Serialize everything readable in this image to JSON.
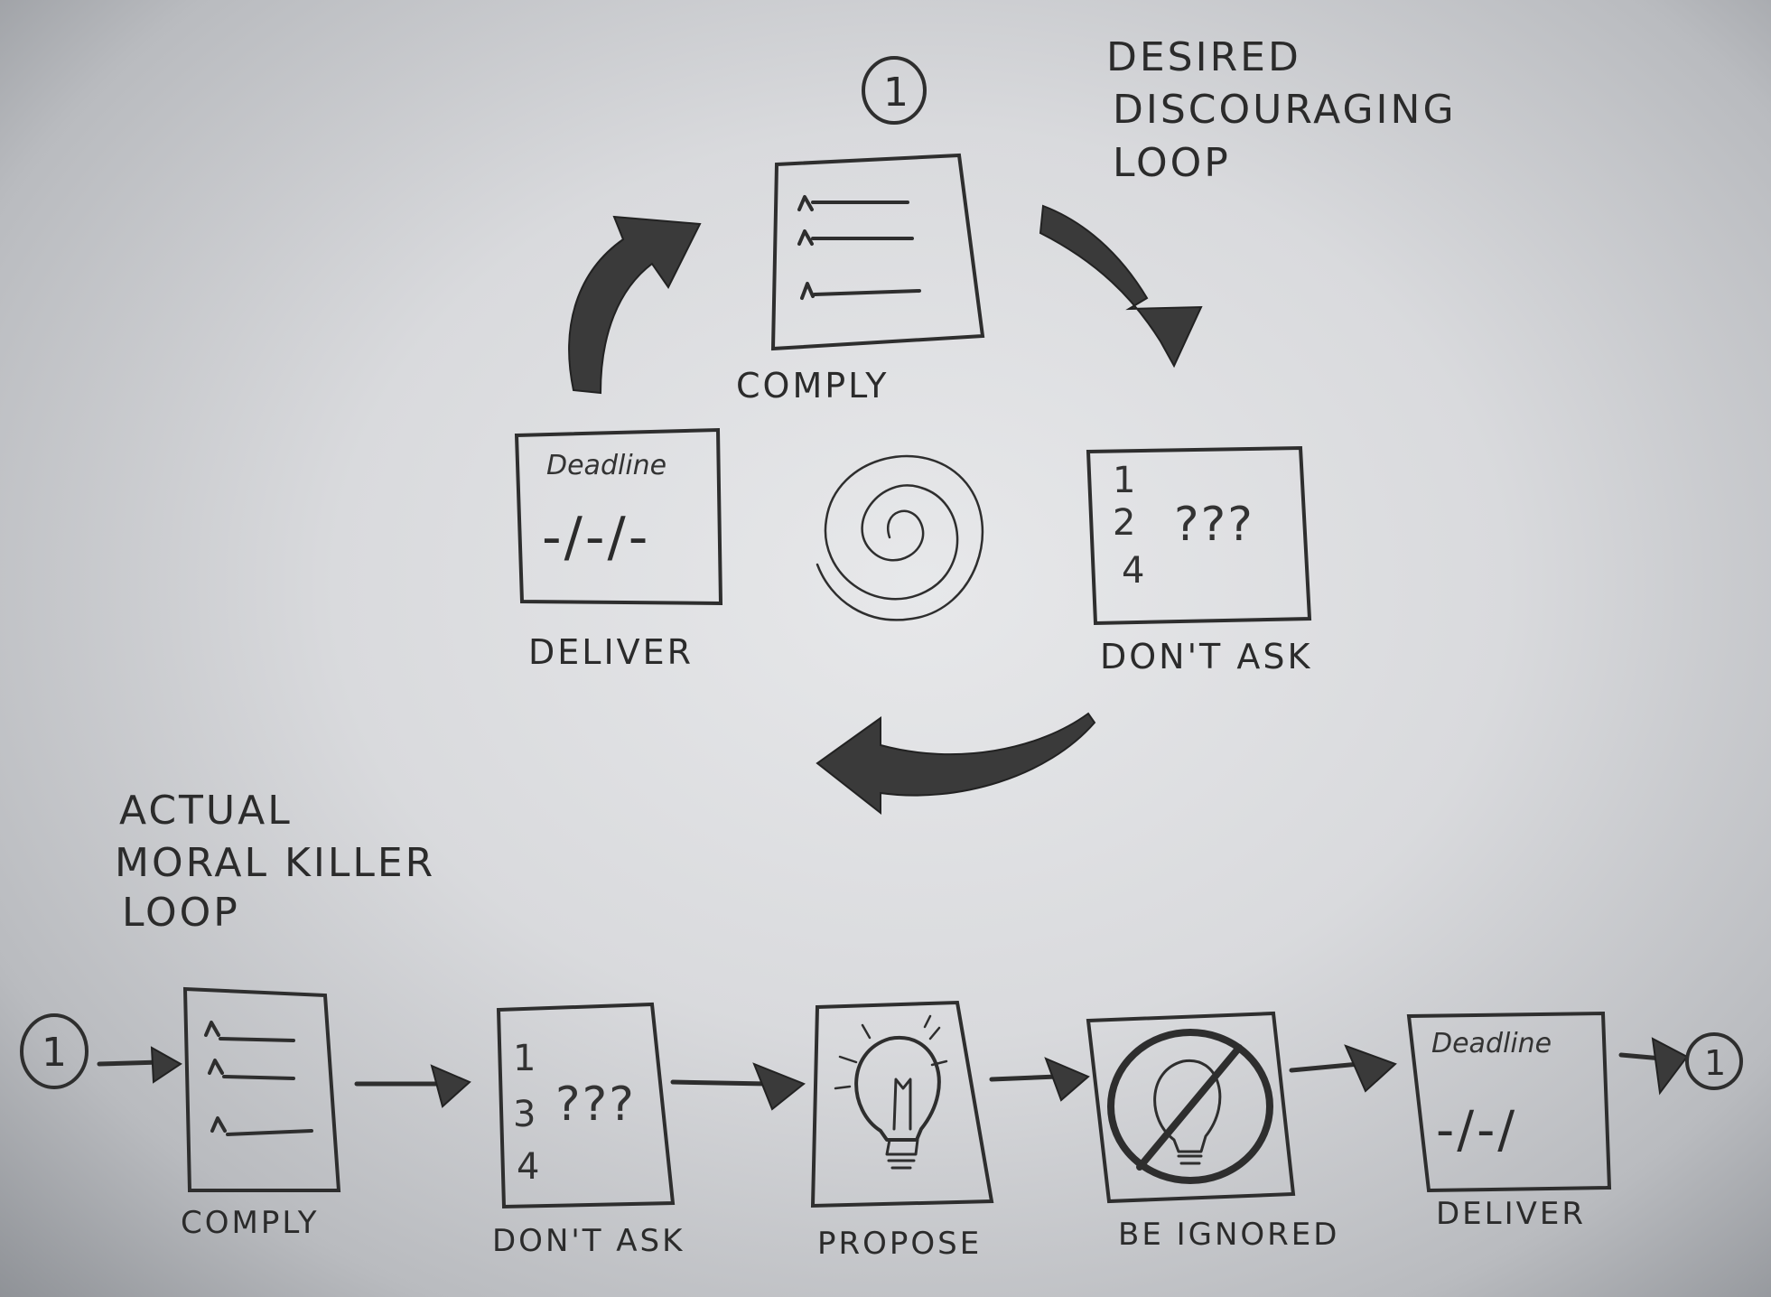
{
  "desired_loop": {
    "title_lines": [
      "DESIRED",
      "DISCOURAGING",
      "LOOP"
    ],
    "start_marker": "1",
    "steps": {
      "comply": "COMPLY",
      "dont_ask": "DON'T ASK",
      "deliver": "DELIVER"
    },
    "dont_ask_card": {
      "numbers": [
        "1",
        "2",
        "4"
      ],
      "marks": "???"
    },
    "deliver_card": {
      "heading": "Deadline",
      "date": "-/-/-"
    }
  },
  "actual_loop": {
    "title_lines": [
      "ACTUAL",
      "MORAL KILLER",
      "LOOP"
    ],
    "start_marker": "1",
    "end_marker": "1",
    "steps": {
      "comply": "COMPLY",
      "dont_ask": "DON'T ASK",
      "propose": "PROPOSE",
      "be_ignored": "BE IGNORED",
      "deliver": "DELIVER"
    },
    "dont_ask_card": {
      "numbers": [
        "1",
        "3",
        "4"
      ],
      "marks": "???"
    },
    "deliver_card": {
      "heading": "Deadline",
      "date": "-/-/"
    }
  },
  "icons": {
    "comply": "checklist-icon",
    "dont_ask": "question-icon",
    "deliver": "calendar-icon",
    "propose": "lightbulb-icon",
    "be_ignored": "prohibited-lightbulb-icon",
    "center": "spiral-icon"
  },
  "colors": {
    "ink": "#2e2e2e",
    "paper": "#dcdde0"
  }
}
